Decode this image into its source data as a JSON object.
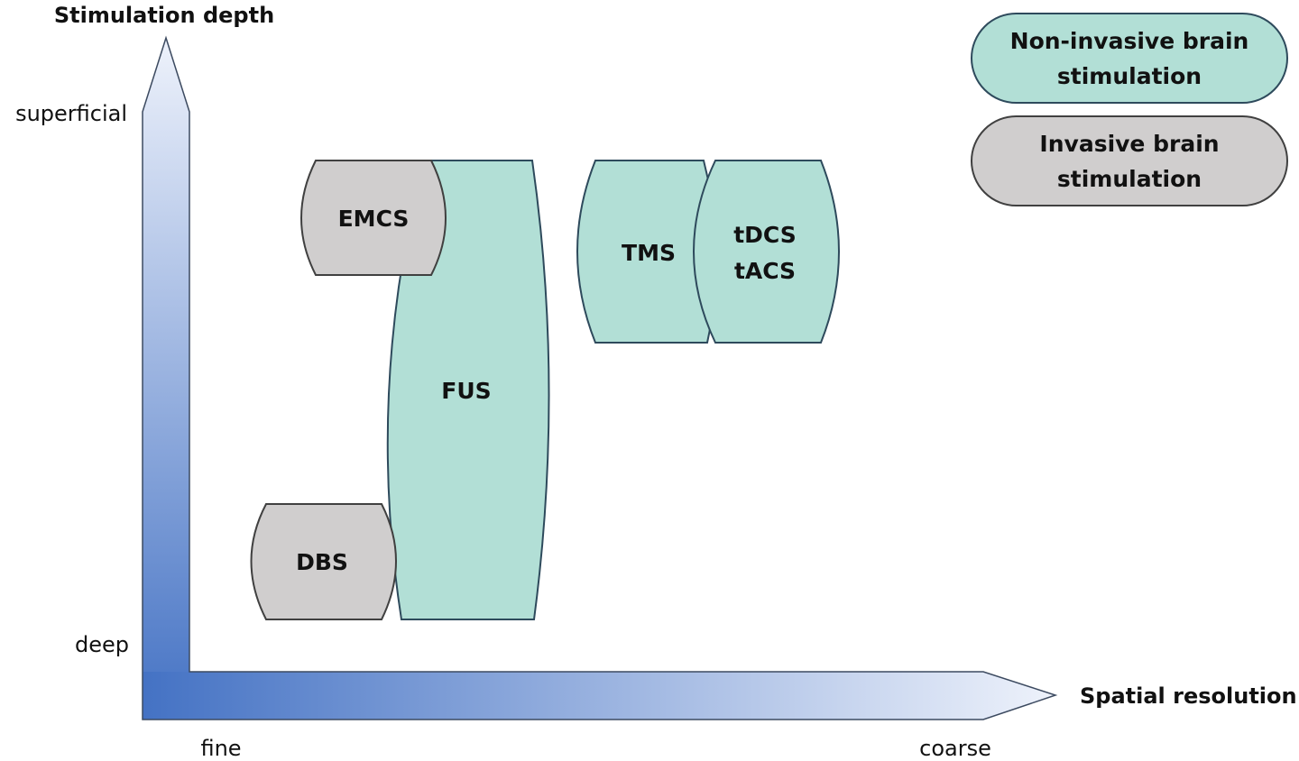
{
  "axes": {
    "y_title": "Stimulation depth",
    "y_top_label": "superficial",
    "y_bottom_label": "deep",
    "x_title": "Spatial resolution",
    "x_left_label": "fine",
    "x_right_label": "coarse"
  },
  "legend": [
    {
      "line1": "Non-invasive brain",
      "line2": "stimulation",
      "category": "non-invasive",
      "color": "#b2dfd6"
    },
    {
      "line1": "Invasive brain",
      "line2": "stimulation",
      "category": "invasive",
      "color": "#d0cece"
    }
  ],
  "colors": {
    "non_invasive": "#b2dfd6",
    "invasive": "#d0cece",
    "outline": "#2e4a5c",
    "axis_dark": "#4472c4",
    "axis_light": "#eef2fb"
  },
  "techniques": [
    {
      "id": "fus",
      "label": "FUS",
      "category": "non-invasive"
    },
    {
      "id": "emcs",
      "label": "EMCS",
      "category": "invasive"
    },
    {
      "id": "dbs",
      "label": "DBS",
      "category": "invasive"
    },
    {
      "id": "tms",
      "label": "TMS",
      "category": "non-invasive"
    },
    {
      "id": "tdcs",
      "label": "tDCS",
      "label2": "tACS",
      "category": "non-invasive"
    }
  ]
}
